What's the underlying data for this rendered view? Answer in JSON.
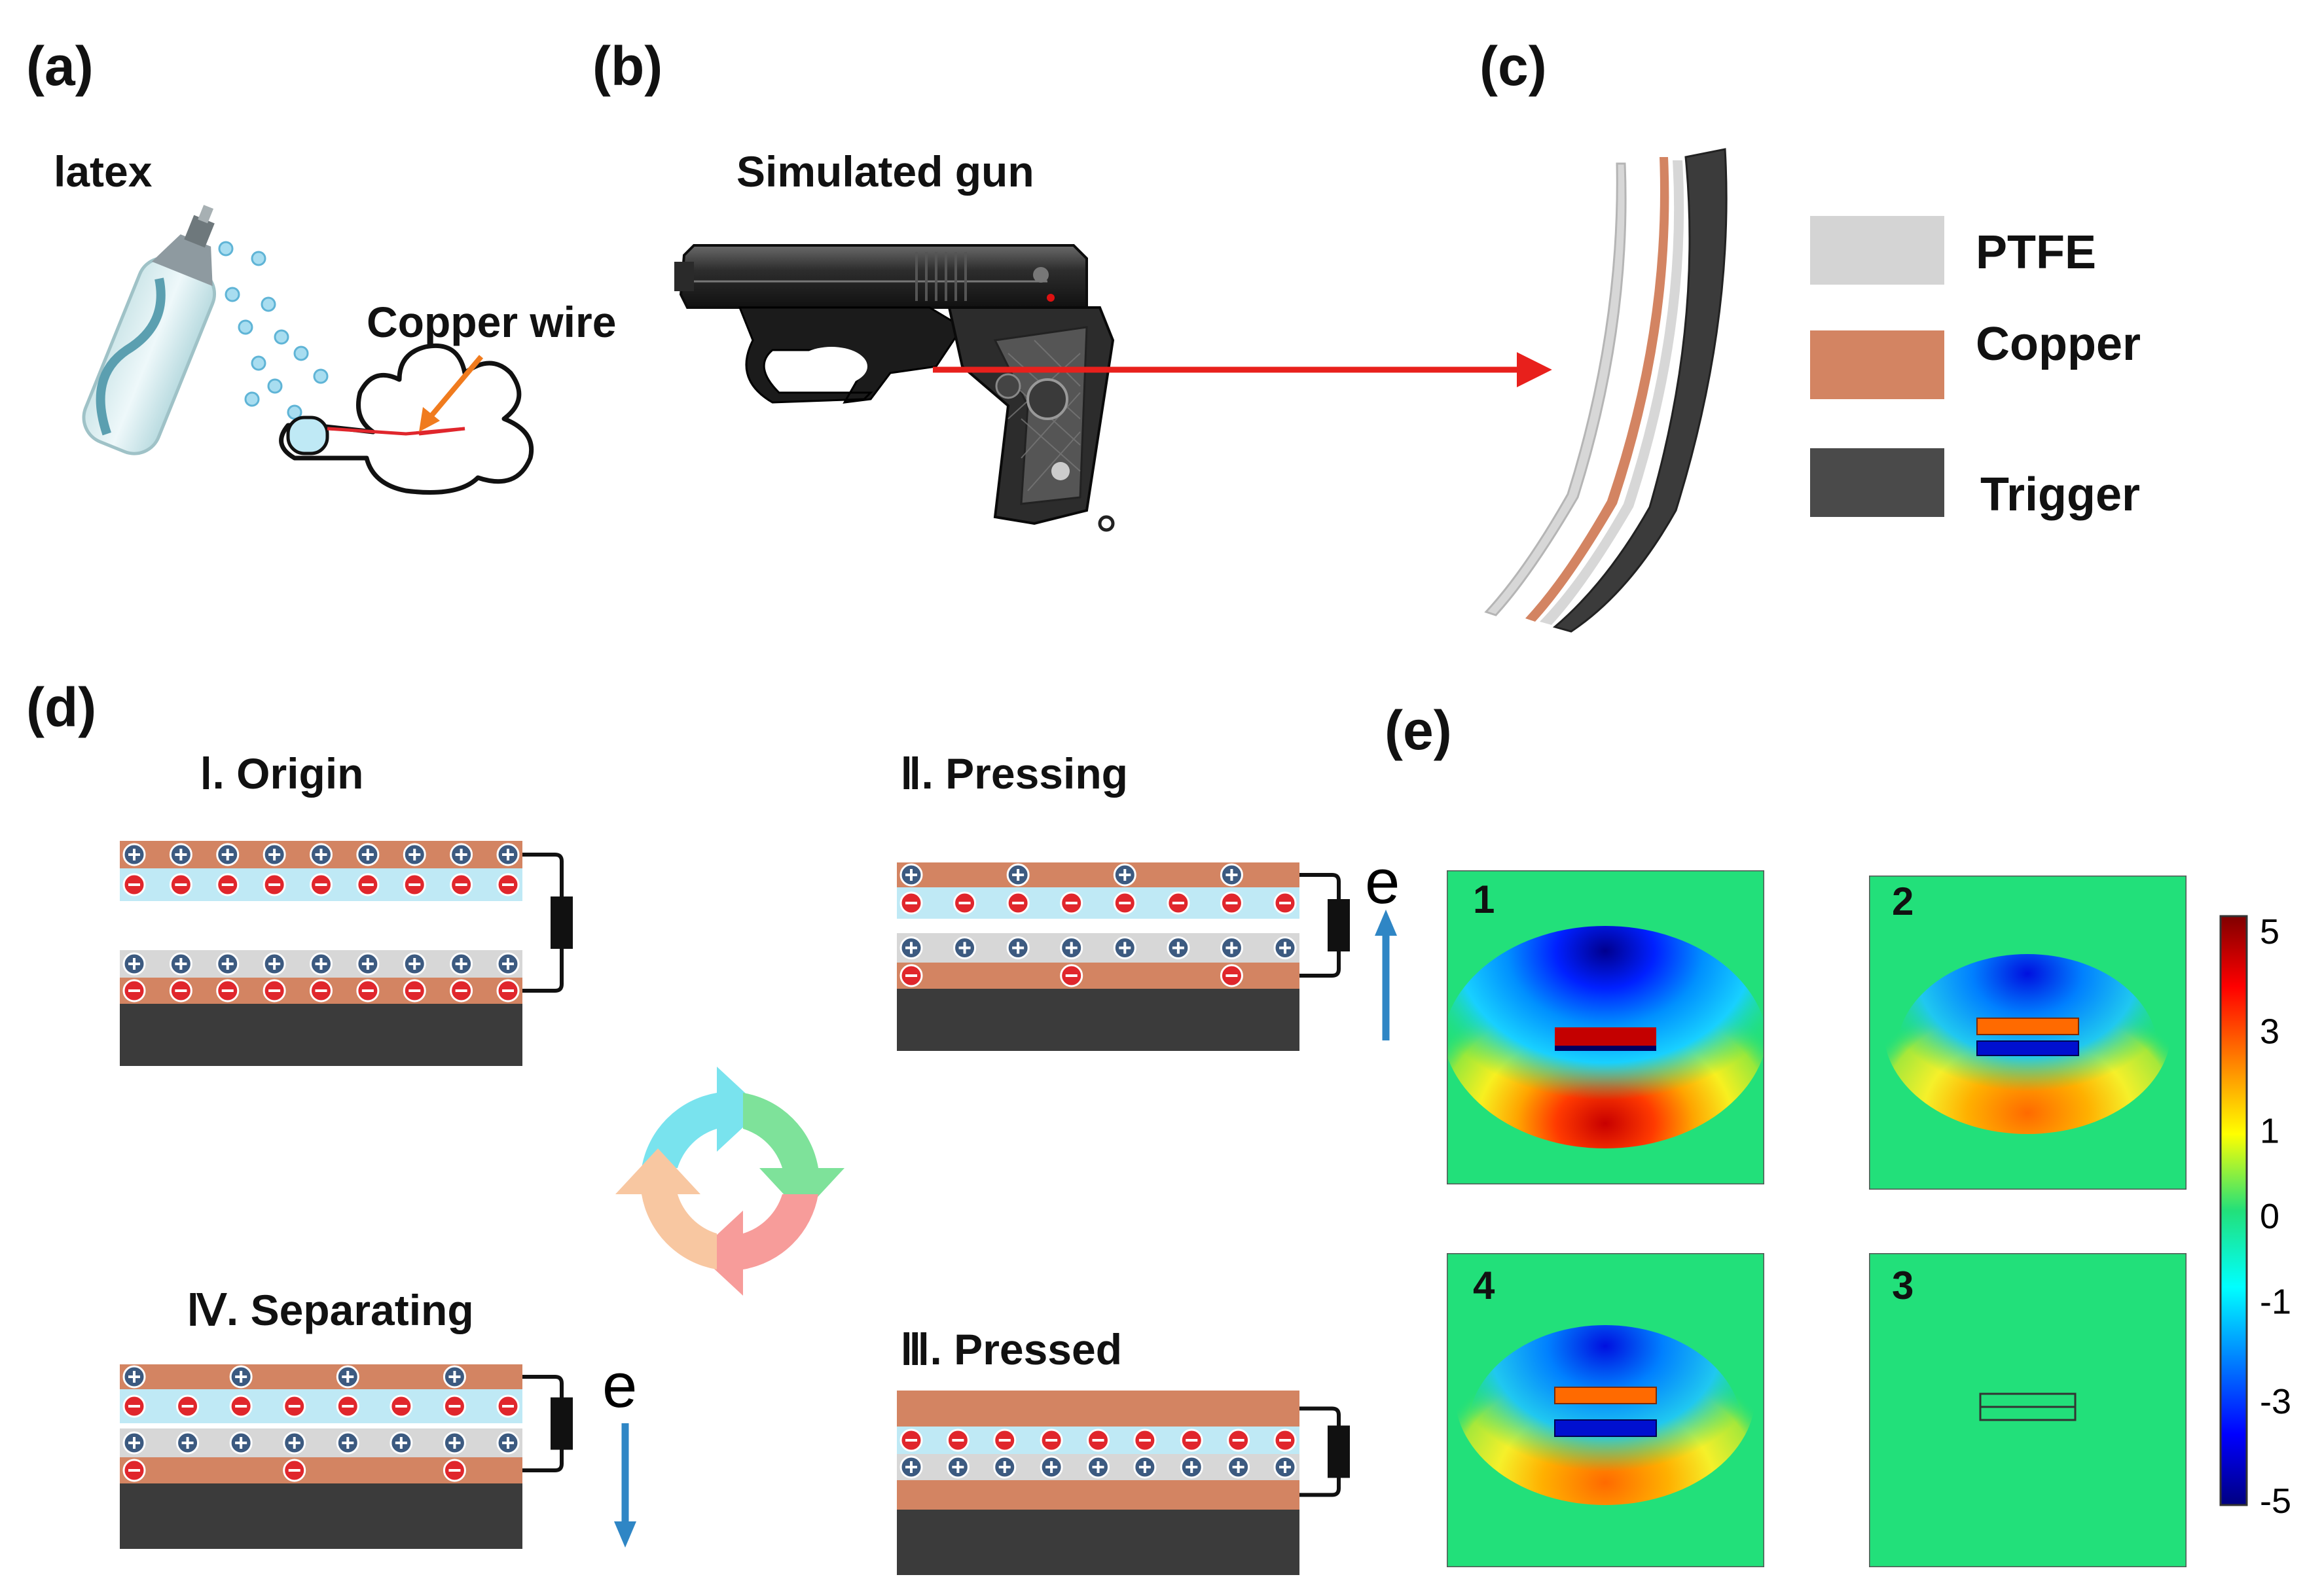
{
  "panels": {
    "a": {
      "label": "(a)",
      "latex": "latex",
      "copper_wire": "Copper wire"
    },
    "b": {
      "label": "(b)",
      "title": "Simulated gun"
    },
    "c": {
      "label": "(c)",
      "legend": [
        {
          "name": "PTFE",
          "color": "#d4d4d4"
        },
        {
          "name": "Copper",
          "color": "#d38462"
        },
        {
          "name": "Trigger",
          "color": "#4a4a4a"
        }
      ]
    },
    "d": {
      "label": "(d)",
      "states": {
        "origin": "Ⅰ. Origin",
        "pressing": "Ⅱ. Pressing",
        "pressed": "Ⅲ. Pressed",
        "separating": "Ⅳ. Separating"
      },
      "electron": "e"
    },
    "e": {
      "label": "(e)",
      "subplots": [
        "1",
        "2",
        "4",
        "3"
      ],
      "colorbar_ticks": [
        "5",
        "3",
        "1",
        "0",
        "-1",
        "-3",
        "-5"
      ]
    }
  },
  "colors": {
    "copper": "#d38462",
    "latex": "#bfe9f5",
    "ptfe": "#d7d7d7",
    "trigger": "#3b3b3b",
    "positive": "#3c5a80",
    "negative": "#e0262c",
    "arrow_red": "#e8201c",
    "arrow_blue": "#2f86c5",
    "field_bg": "#22e07a"
  },
  "icons": {
    "spray": "spray-bottle-icon",
    "hand": "gloved-hand-icon",
    "gun": "pistol-icon",
    "cycle": "cycle-arrows-icon"
  }
}
